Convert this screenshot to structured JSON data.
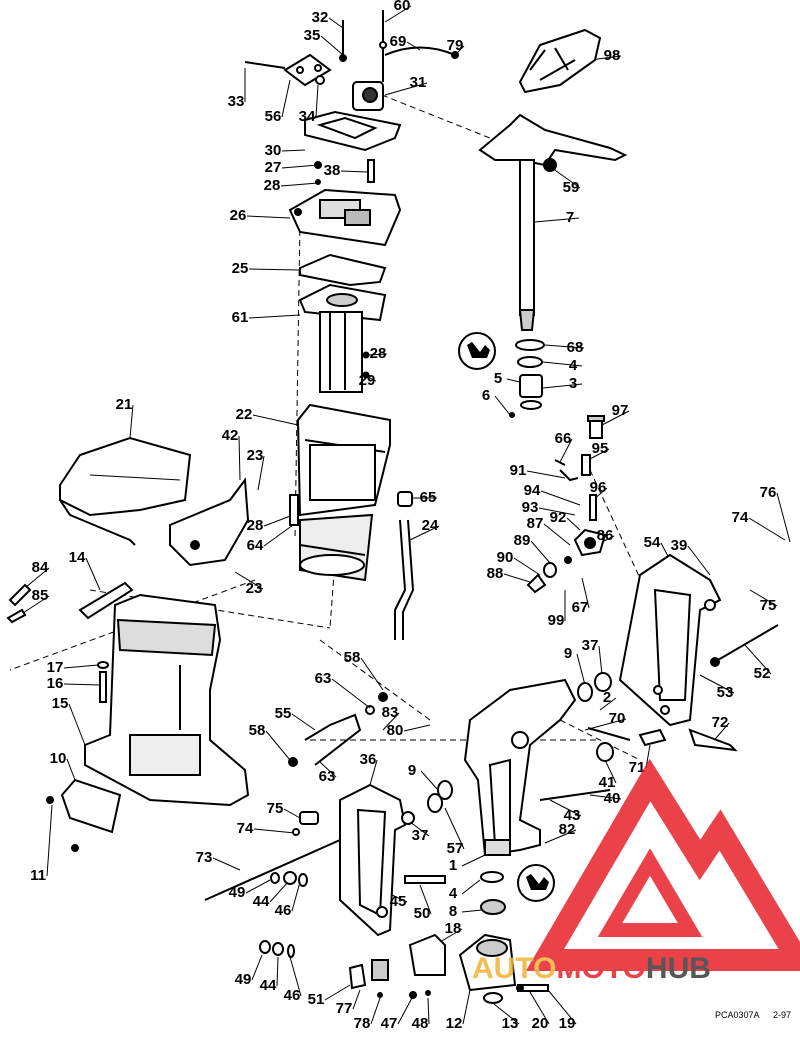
{
  "diagram": {
    "callouts": [
      {
        "id": "c32",
        "label": "32"
      },
      {
        "id": "c60",
        "label": "60"
      },
      {
        "id": "c35",
        "label": "35"
      },
      {
        "id": "c69",
        "label": "69"
      },
      {
        "id": "c79",
        "label": "79"
      },
      {
        "id": "c98",
        "label": "98"
      },
      {
        "id": "c33",
        "label": "33"
      },
      {
        "id": "c56",
        "label": "56"
      },
      {
        "id": "c34",
        "label": "34"
      },
      {
        "id": "c31",
        "label": "31"
      },
      {
        "id": "c30",
        "label": "30"
      },
      {
        "id": "c27",
        "label": "27"
      },
      {
        "id": "c38",
        "label": "38"
      },
      {
        "id": "c28a",
        "label": "28"
      },
      {
        "id": "c59",
        "label": "59"
      },
      {
        "id": "c26",
        "label": "26"
      },
      {
        "id": "c7",
        "label": "7"
      },
      {
        "id": "c25",
        "label": "25"
      },
      {
        "id": "c61",
        "label": "61"
      },
      {
        "id": "c28b",
        "label": "28"
      },
      {
        "id": "c68",
        "label": "68"
      },
      {
        "id": "c4a",
        "label": "4"
      },
      {
        "id": "c29",
        "label": "29"
      },
      {
        "id": "c5",
        "label": "5"
      },
      {
        "id": "c3",
        "label": "3"
      },
      {
        "id": "c6",
        "label": "6"
      },
      {
        "id": "c21",
        "label": "21"
      },
      {
        "id": "c22",
        "label": "22"
      },
      {
        "id": "c97",
        "label": "97"
      },
      {
        "id": "c42",
        "label": "42"
      },
      {
        "id": "c66",
        "label": "66"
      },
      {
        "id": "c95",
        "label": "95"
      },
      {
        "id": "c23a",
        "label": "23"
      },
      {
        "id": "c91",
        "label": "91"
      },
      {
        "id": "c96",
        "label": "96"
      },
      {
        "id": "c94",
        "label": "94"
      },
      {
        "id": "c76",
        "label": "76"
      },
      {
        "id": "c65",
        "label": "65"
      },
      {
        "id": "c93",
        "label": "93"
      },
      {
        "id": "c92",
        "label": "92"
      },
      {
        "id": "c28c",
        "label": "28"
      },
      {
        "id": "c24",
        "label": "24"
      },
      {
        "id": "c74a",
        "label": "74"
      },
      {
        "id": "c87",
        "label": "87"
      },
      {
        "id": "c86",
        "label": "86"
      },
      {
        "id": "c64",
        "label": "64"
      },
      {
        "id": "c89",
        "label": "89"
      },
      {
        "id": "c54",
        "label": "54"
      },
      {
        "id": "c39",
        "label": "39"
      },
      {
        "id": "c14",
        "label": "14"
      },
      {
        "id": "c90",
        "label": "90"
      },
      {
        "id": "c84",
        "label": "84"
      },
      {
        "id": "c88",
        "label": "88"
      },
      {
        "id": "c23b",
        "label": "23"
      },
      {
        "id": "c75a",
        "label": "75"
      },
      {
        "id": "c85",
        "label": "85"
      },
      {
        "id": "c99",
        "label": "99"
      },
      {
        "id": "c67",
        "label": "67"
      },
      {
        "id": "c37a",
        "label": "37"
      },
      {
        "id": "c9a",
        "label": "9"
      },
      {
        "id": "c58a",
        "label": "58"
      },
      {
        "id": "c17",
        "label": "17"
      },
      {
        "id": "c52",
        "label": "52"
      },
      {
        "id": "c16",
        "label": "16"
      },
      {
        "id": "c63a",
        "label": "63"
      },
      {
        "id": "c2",
        "label": "2"
      },
      {
        "id": "c53",
        "label": "53"
      },
      {
        "id": "c15",
        "label": "15"
      },
      {
        "id": "c83",
        "label": "83"
      },
      {
        "id": "c55",
        "label": "55"
      },
      {
        "id": "c80",
        "label": "80"
      },
      {
        "id": "c70",
        "label": "70"
      },
      {
        "id": "c58b",
        "label": "58"
      },
      {
        "id": "c72",
        "label": "72"
      },
      {
        "id": "c36",
        "label": "36"
      },
      {
        "id": "c63b",
        "label": "63"
      },
      {
        "id": "c71",
        "label": "71"
      },
      {
        "id": "c10",
        "label": "10"
      },
      {
        "id": "c9b",
        "label": "9"
      },
      {
        "id": "c41",
        "label": "41"
      },
      {
        "id": "c40",
        "label": "40"
      },
      {
        "id": "c43",
        "label": "43"
      },
      {
        "id": "c75b",
        "label": "75"
      },
      {
        "id": "c74b",
        "label": "74"
      },
      {
        "id": "c37b",
        "label": "37"
      },
      {
        "id": "c82",
        "label": "82"
      },
      {
        "id": "c57",
        "label": "57"
      },
      {
        "id": "c73",
        "label": "73"
      },
      {
        "id": "c11",
        "label": "11"
      },
      {
        "id": "c1",
        "label": "1"
      },
      {
        "id": "c4b",
        "label": "4"
      },
      {
        "id": "c49a",
        "label": "49"
      },
      {
        "id": "c44a",
        "label": "44"
      },
      {
        "id": "c45",
        "label": "45"
      },
      {
        "id": "c46a",
        "label": "46"
      },
      {
        "id": "c50",
        "label": "50"
      },
      {
        "id": "c8",
        "label": "8"
      },
      {
        "id": "c18",
        "label": "18"
      },
      {
        "id": "c49b",
        "label": "49"
      },
      {
        "id": "c44b",
        "label": "44"
      },
      {
        "id": "c46b",
        "label": "46"
      },
      {
        "id": "c51",
        "label": "51"
      },
      {
        "id": "c77",
        "label": "77"
      },
      {
        "id": "c78",
        "label": "78"
      },
      {
        "id": "c47",
        "label": "47"
      },
      {
        "id": "c48",
        "label": "48"
      },
      {
        "id": "c12",
        "label": "12"
      },
      {
        "id": "c13",
        "label": "13"
      },
      {
        "id": "c20",
        "label": "20"
      },
      {
        "id": "c19",
        "label": "19"
      }
    ],
    "footer": {
      "drawing_code": "PCA0307A",
      "date_code": "2-97"
    },
    "watermark": {
      "part1": "AUTO",
      "part2": "MOTO",
      "part3": "HUB",
      "color_red": "#e8202a",
      "color_gold": "#f2b233",
      "color_dark": "#3a3a3a"
    },
    "icons": {
      "lube_icon": "lubricant-tube-icon"
    }
  }
}
